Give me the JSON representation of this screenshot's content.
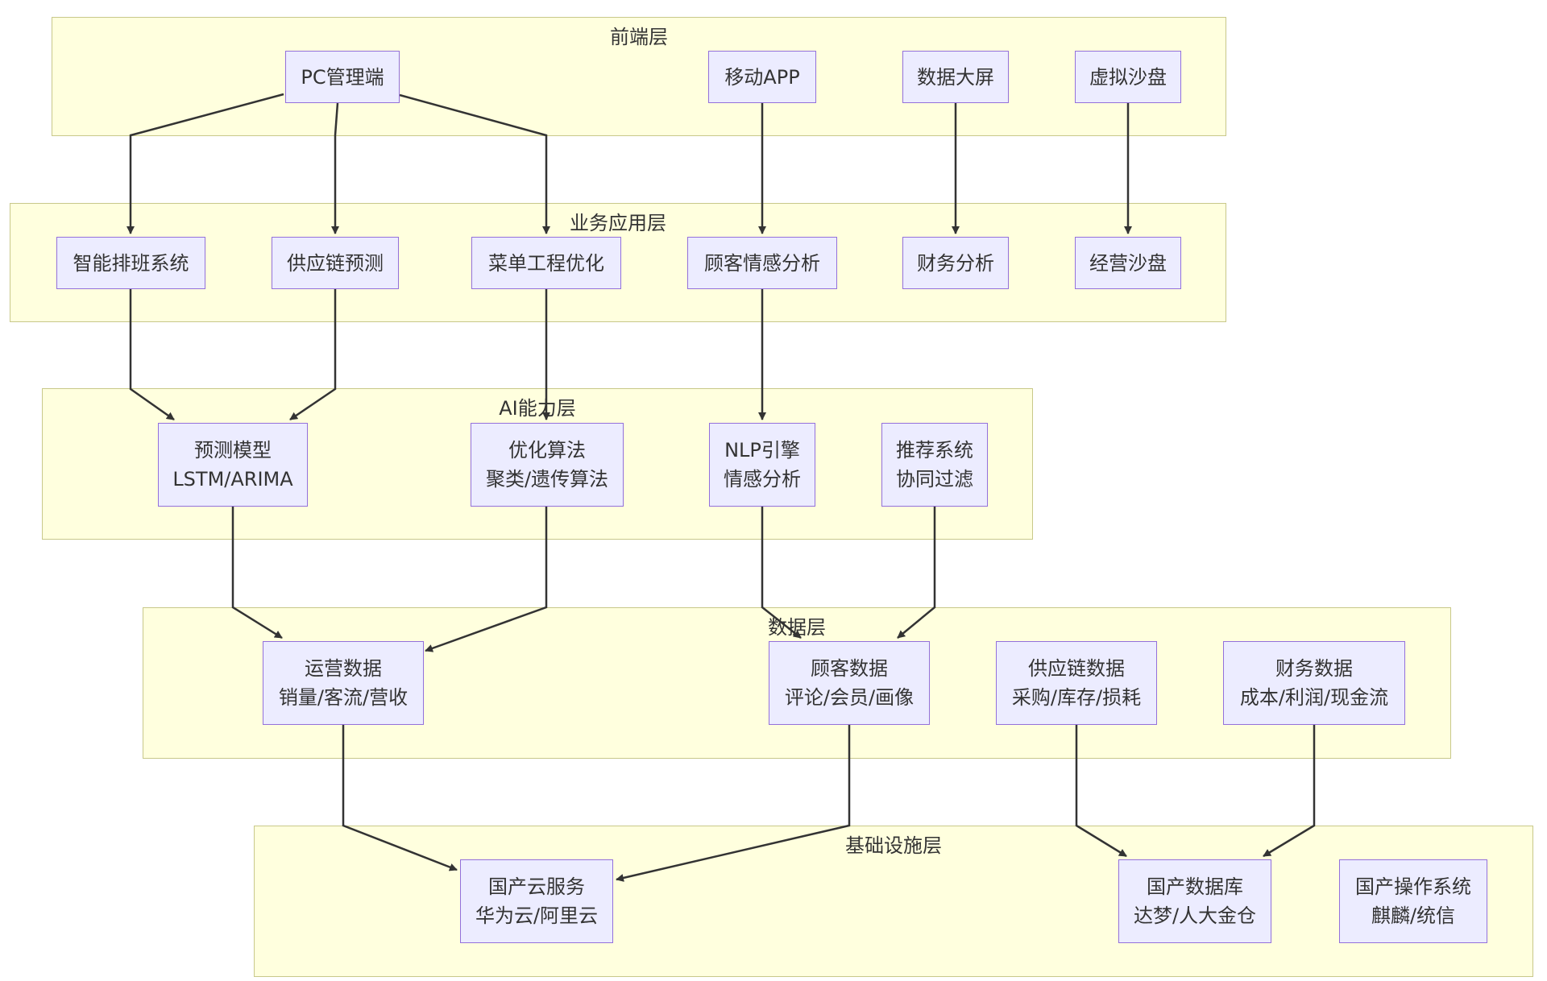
{
  "layers": {
    "frontend": {
      "title": "前端层"
    },
    "business": {
      "title": "业务应用层"
    },
    "ai": {
      "title": "AI能力层"
    },
    "data": {
      "title": "数据层"
    },
    "infra": {
      "title": "基础设施层"
    }
  },
  "nodes": {
    "pc": {
      "line1": "PC管理端"
    },
    "mobile": {
      "line1": "移动APP"
    },
    "bigscreen": {
      "line1": "数据大屏"
    },
    "sandtable": {
      "line1": "虚拟沙盘"
    },
    "schedule": {
      "line1": "智能排班系统"
    },
    "supply_forecast": {
      "line1": "供应链预测"
    },
    "menu_opt": {
      "line1": "菜单工程优化"
    },
    "sentiment": {
      "line1": "顾客情感分析"
    },
    "finance_analysis": {
      "line1": "财务分析"
    },
    "biz_sandtable": {
      "line1": "经营沙盘"
    },
    "forecast_model": {
      "line1": "预测模型",
      "line2": "LSTM/ARIMA"
    },
    "opt_algo": {
      "line1": "优化算法",
      "line2": "聚类/遗传算法"
    },
    "nlp": {
      "line1": "NLP引擎",
      "line2": "情感分析"
    },
    "recommend": {
      "line1": "推荐系统",
      "line2": "协同过滤"
    },
    "ops_data": {
      "line1": "运营数据",
      "line2": "销量/客流/营收"
    },
    "customer_data": {
      "line1": "顾客数据",
      "line2": "评论/会员/画像"
    },
    "supply_data": {
      "line1": "供应链数据",
      "line2": "采购/库存/损耗"
    },
    "finance_data": {
      "line1": "财务数据",
      "line2": "成本/利润/现金流"
    },
    "cloud": {
      "line1": "国产云服务",
      "line2": "华为云/阿里云"
    },
    "database": {
      "line1": "国产数据库",
      "line2": "达梦/人大金仓"
    },
    "os": {
      "line1": "国产操作系统",
      "line2": "麒麟/统信"
    }
  },
  "colors": {
    "layer_fill": "#ffffde",
    "layer_border": "#c8c88a",
    "node_fill": "#ececff",
    "node_border": "#9370db",
    "edge": "#333333"
  }
}
